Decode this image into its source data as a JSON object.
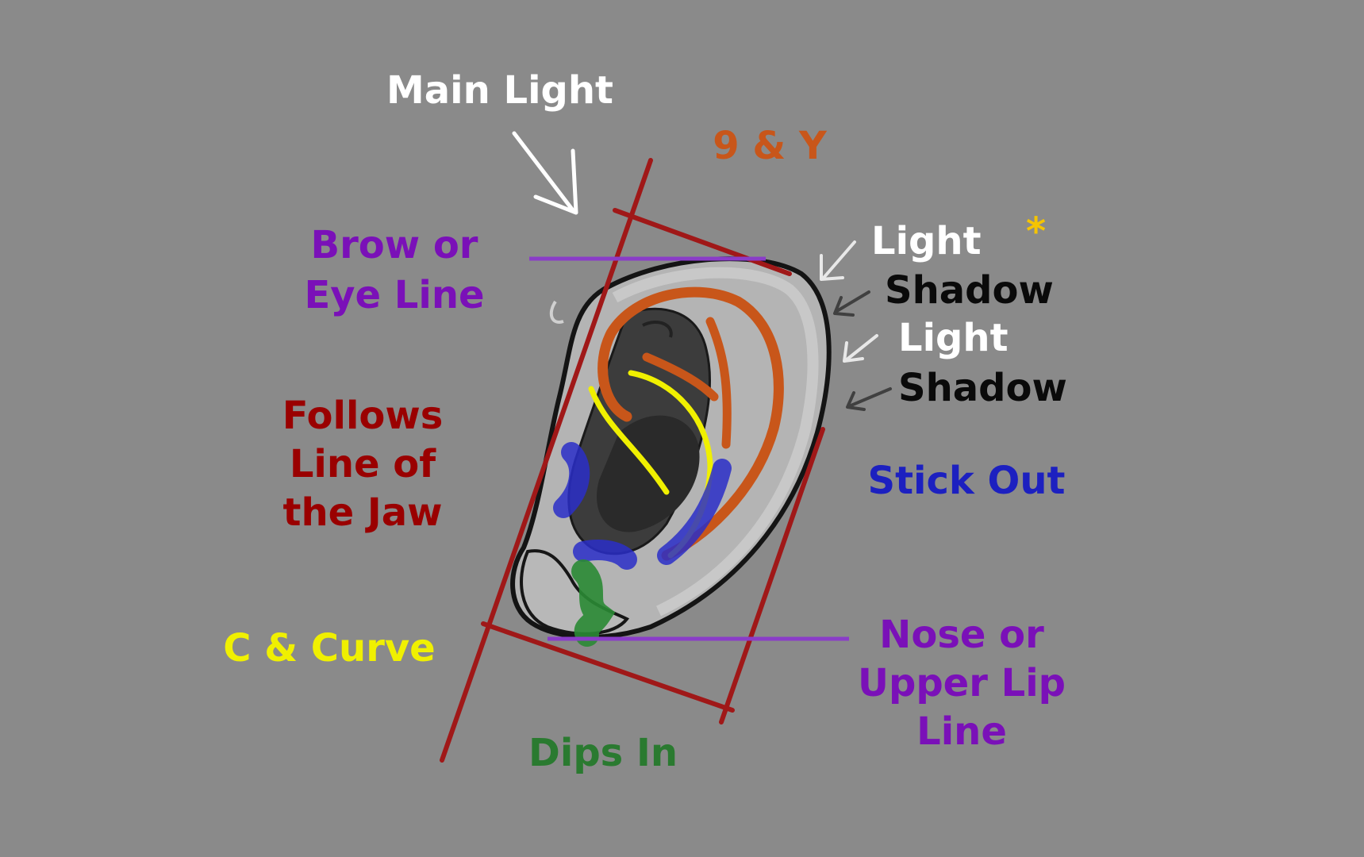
{
  "labels": {
    "main_light": "Main Light",
    "nine_y": "9 & Y",
    "brow_line_1": "Brow or",
    "brow_line_2": "Eye Line",
    "light_1": "Light",
    "shadow_1": "Shadow",
    "light_2": "Light",
    "shadow_2": "Shadow",
    "asterisk": "*",
    "jaw_1": "Follows",
    "jaw_2": "Line of",
    "jaw_3": "the Jaw",
    "stick_out": "Stick Out",
    "c_curve": "C & Curve",
    "nose_1": "Nose or",
    "nose_2": "Upper Lip",
    "nose_3": "Line",
    "dips_in": "Dips In"
  },
  "colors": {
    "background": "#8a8a8a",
    "white": "#ffffff",
    "black": "#0a0a0a",
    "orange": "#c8561a",
    "purple": "#7a10b8",
    "dark_red": "#9a0000",
    "line_red": "#a01818",
    "blue": "#1c20c0",
    "yellow": "#f0f000",
    "green": "#2a7a30",
    "gold": "#f5c400",
    "ear_skin": "#b0b0b0",
    "ear_shadow": "#3a3a3a"
  }
}
